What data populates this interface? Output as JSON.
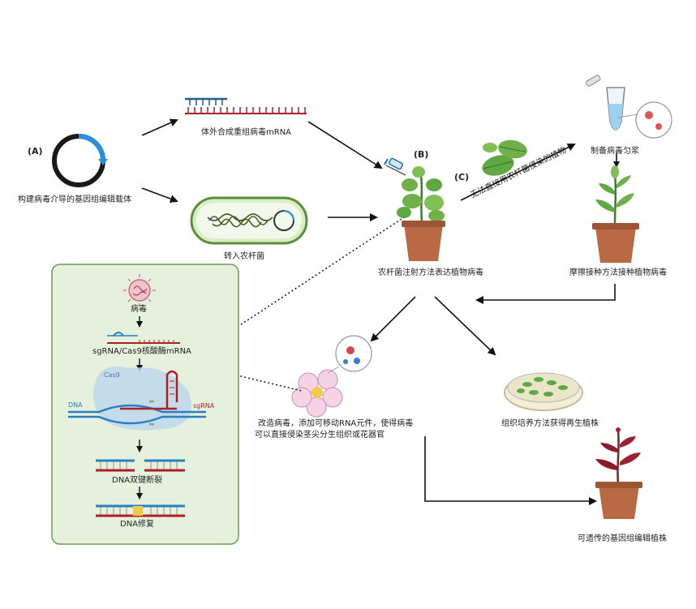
{
  "labels": {
    "a": "(A)",
    "b": "(B)",
    "c": "(C)",
    "construct_vector": "构建病毒介导的基因组编辑载体",
    "in_vitro_mrna": "体外合成重组病毒mRNA",
    "agro_transform": "转入农杆菌",
    "agro_injection": "农杆菌注射方法表达植物病毒",
    "direct_infect": "无法直接用农杆菌侵染的植物",
    "homogenate": "制备病毒匀浆",
    "rub_inoculation": "摩擦接种方法接种植物病毒",
    "modified_virus_line1": "改造病毒，添加可移动RNA元件，使得病毒",
    "modified_virus_line2": "可以直接侵染茎尖分生组织或花器官",
    "tissue_culture": "组织培养方法获得再生植株",
    "heritable": "可遗传的基因组编辑植株",
    "virus": "病毒",
    "sgrna_cas9_mrna": "sgRNA/Cas9核酸酶mRNA",
    "cas9": "Cas9",
    "dna": "DNA",
    "sgrna": "sgRNA",
    "dsb": "DNA双键断裂",
    "repair": "DNA修复"
  },
  "colors": {
    "panel_bg": "#e6f1dd",
    "panel_border": "#6a9e4f",
    "plasmid_blue": "#2b8de0",
    "dna_blue": "#2a7fc1",
    "rna_red": "#b01e2a",
    "pot": "#b96a45",
    "leaf_green": "#5fa843",
    "dark_leaf": "#8a1c2a"
  }
}
